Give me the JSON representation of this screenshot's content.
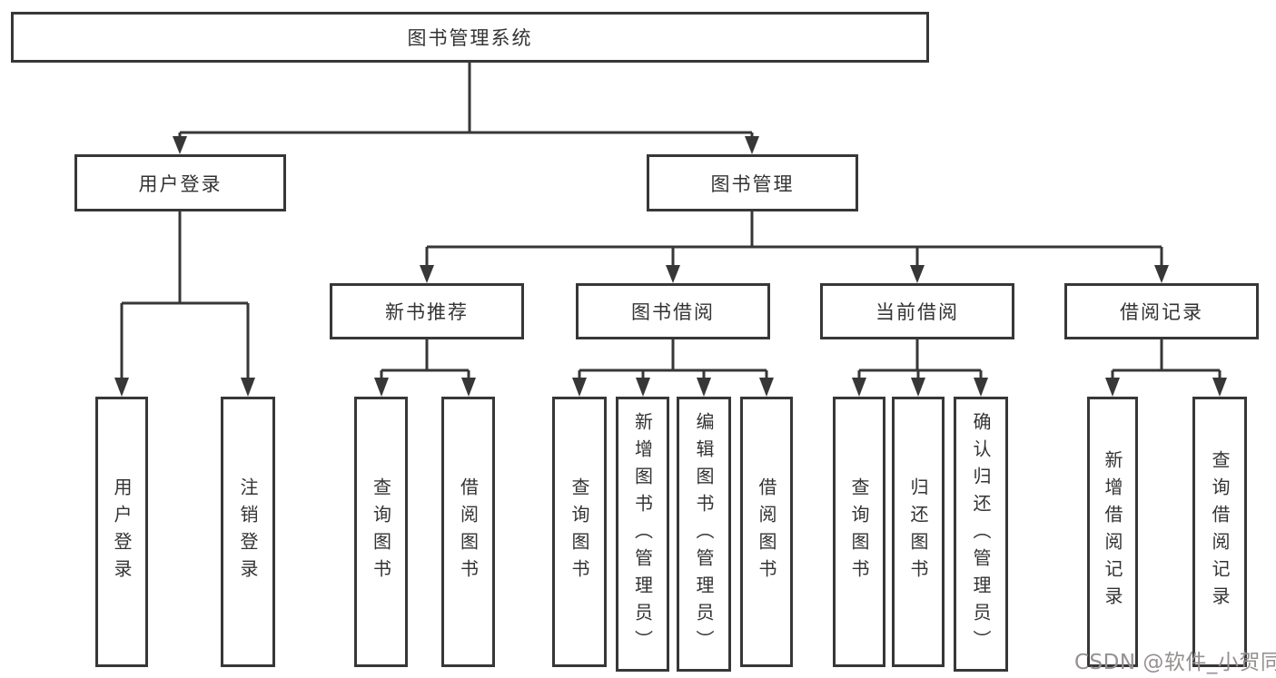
{
  "colors": {
    "line": "#373737",
    "text": "#333333",
    "watermark": "#969090",
    "background": "#ffffff"
  },
  "diagram": {
    "root_label": "图书管理系统",
    "level2": {
      "user_login": "用户登录",
      "book_management": "图书管理"
    },
    "level3": {
      "new_book": "新书推荐",
      "borrowing": "图书借阅",
      "current": "当前借阅",
      "records": "借阅记录"
    },
    "leaves": {
      "user": [
        "用户登录",
        "注销登录"
      ],
      "new_book": [
        "查询图书",
        "借阅图书"
      ],
      "borrowing": [
        "查询图书",
        "新增图书（管理员）",
        "编辑图书（管理员）",
        "借阅图书"
      ],
      "current": [
        "查询图书",
        "归还图书",
        "确认归还（管理员）"
      ],
      "records": [
        "新增借阅记录",
        "查询借阅记录"
      ]
    }
  },
  "watermark": {
    "text": "CSDN @软件_小贺同学"
  }
}
